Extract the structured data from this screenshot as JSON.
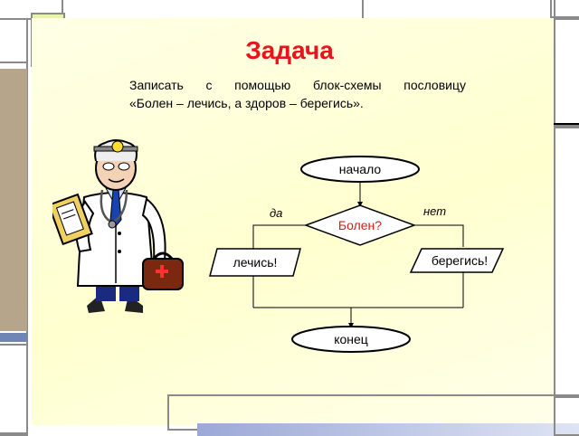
{
  "slide": {
    "title": "Задача",
    "task_line1": "Записать с помощью блок-схемы пословицу",
    "task_line2": "«Болен – лечись, а здоров – берегись»."
  },
  "flowchart": {
    "start": "начало",
    "condition": "Болен?",
    "yes_label": "да",
    "no_label": "нет",
    "yes_action": "лечись!",
    "no_action": "берегись!",
    "end": "конец"
  },
  "illustration": {
    "icon": "doctor-cartoon-icon"
  },
  "colors": {
    "title": "#e8141c",
    "condition_text": "#d41c1c",
    "background": "#ffffe6",
    "frame": "#8a8a8a"
  }
}
